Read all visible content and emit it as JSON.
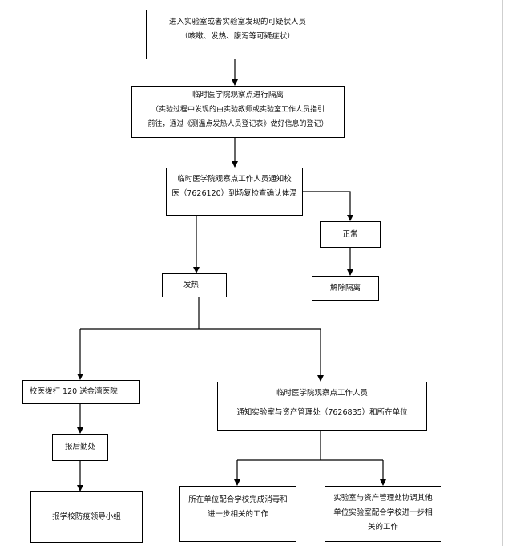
{
  "nodes": {
    "entry": {
      "line1": "进入实验室或者实验室发现的可疑状人员",
      "line2": "（咳嗽、发热、腹泻等可疑症状）"
    },
    "isolation": {
      "line1": "临时医学院观察点进行隔离",
      "line2": "（实验过程中发现的由实验教师或实验室工作人员指引",
      "line3": "前往，通过《测温点发热人员登记表》做好信息的登记）"
    },
    "notify_doctor": {
      "line1": "临时医学院观察点工作人员通知校",
      "line2": "医（7626120）到场复检查确认体温"
    },
    "normal": {
      "label": "正常"
    },
    "release": {
      "label": "解除隔离"
    },
    "fever": {
      "label": "发热"
    },
    "call_120": {
      "label": "校医拨打 120 送金湾医院"
    },
    "report_dept": {
      "label": "报后勤处"
    },
    "report_group": {
      "label": "报学校防疫领导小组"
    },
    "notify_lab": {
      "line1": "临时医学院观察点工作人员",
      "line2": "通知实验室与资产管理处（7626835）和所在单位"
    },
    "unit_disinfect": {
      "line1": "所在单位配合学校完成消毒和",
      "line2": "进一步相关的工作"
    },
    "lab_coord": {
      "line1": "实验室与资产管理处协调其他",
      "line2": "单位实验室配合学校进一步相",
      "line3": "关的工作"
    }
  },
  "colors": {
    "stroke": "#000000",
    "background": "#ffffff"
  }
}
